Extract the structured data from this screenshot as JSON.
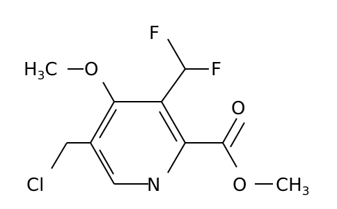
{
  "structure": {
    "labels": {
      "f_top": "F",
      "f_right": "F",
      "o_carbonyl": "O",
      "o_ester": "O",
      "o_methoxy": "O",
      "n_ring": "N",
      "cl": "Cl",
      "h3c_h": "H",
      "h3c_3": "3",
      "h3c_c": "C",
      "ch3_c": "CH",
      "ch3_3": "3"
    },
    "colors": {
      "bond": "#000000",
      "carbon_h": "#000000",
      "fluorine": "#000000",
      "oxygen": "#000000",
      "nitrogen": "#000000",
      "chlorine": "#000000"
    }
  }
}
